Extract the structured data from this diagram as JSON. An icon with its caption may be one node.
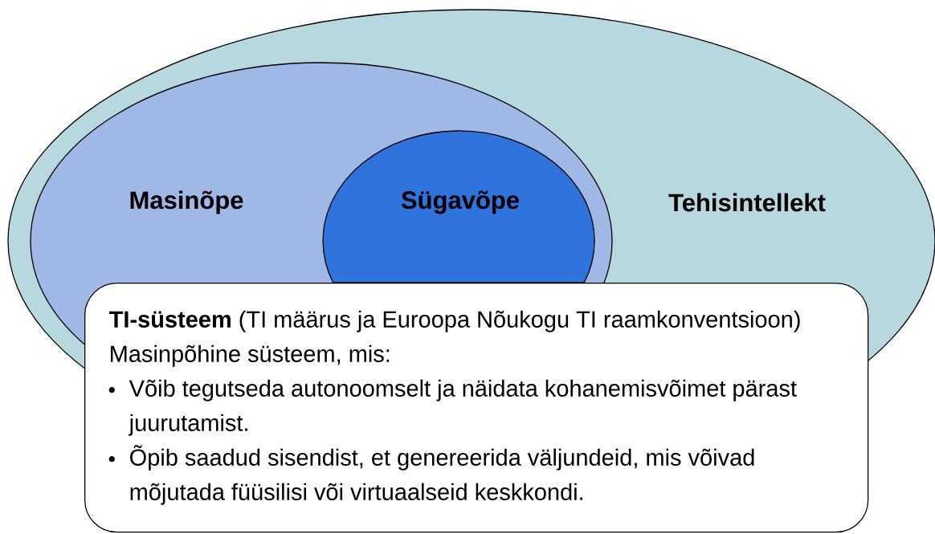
{
  "diagram": {
    "nodes": [
      {
        "text": [
          "Tehisintellekt"
        ]
      },
      {
        "text": [
          "Masinõpe"
        ],
        "in": 0
      },
      {
        "text": [
          "Sügavõpe"
        ],
        "in": 1
      },
      {
        "text": [
          "**TI-süsteem** (TI määrus ja Euroopa Nõukogu TI raamkonventsioon)",
          "Masinpõhine süsteem, mis:",
          "Võib tegutseda autonoomselt ja näidata kohanemisvõimet pärast juurutamist.",
          "Õpib saadud sisendist, et genereerida väljundeid, mis võivad mõjutada füüsilisi või virtuaalseid keskkondi."
        ]
      }
    ]
  }
}
